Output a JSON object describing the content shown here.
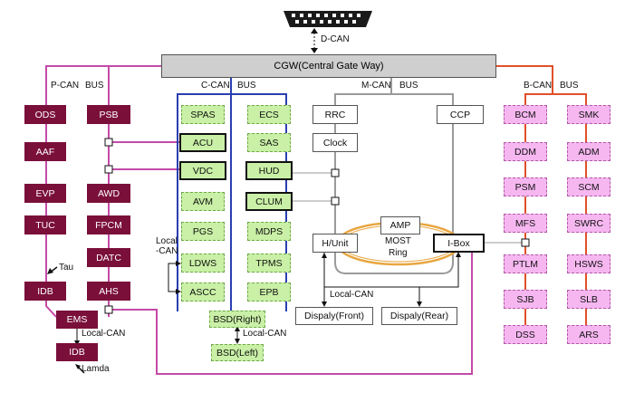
{
  "gateway": {
    "label": "CGW(Central Gate Way)",
    "dcan": "D-CAN"
  },
  "bus_labels": {
    "pcan": "P-CAN",
    "pbus": "BUS",
    "ccan": "C-CAN",
    "cbus": "BUS",
    "mcan": "M-CAN",
    "mbus": "BUS",
    "bcan": "B-CAN",
    "bbus": "BUS"
  },
  "pcan_left": [
    "ODS",
    "AAF",
    "EVP",
    "TUC",
    "IDB"
  ],
  "pcan_right": [
    "PSB",
    "AWD",
    "FPCM",
    "DATC",
    "AHS"
  ],
  "pcan_extra": {
    "ems": "EMS",
    "idb2": "IDB",
    "local_can": "Local-CAN",
    "tau": "Tau",
    "lamda": "Lamda"
  },
  "ccan_left": [
    "SPAS",
    "ACU",
    "VDC",
    "AVM",
    "PGS",
    "LDWS",
    "ASCC"
  ],
  "ccan_right": [
    "ECS",
    "SAS",
    "HUD",
    "CLUM",
    "MDPS",
    "TPMS",
    "EPB"
  ],
  "ccan_extra": {
    "bsd_right": "BSD(Right)",
    "bsd_left": "BSD(Left)",
    "local_can_left": "Local\n-CAN",
    "local_can_bottom": "Local-CAN"
  },
  "mcan": {
    "rrc": "RRC",
    "clock": "Clock",
    "ccp": "CCP",
    "amp": "AMP",
    "hunit": "H/Unit",
    "most1": "MOST",
    "most2": "Ring",
    "ibox": "I-Box",
    "local_can": "Local-CAN",
    "disp_front": "Dispaly(Front)",
    "disp_rear": "Dispaly(Rear)"
  },
  "bcan_left": [
    "BCM",
    "DDM",
    "PSM",
    "MFS",
    "PTLM",
    "SJB",
    "DSS"
  ],
  "bcan_right": [
    "SMK",
    "ADM",
    "SCM",
    "SWRC",
    "HSWS",
    "SLB",
    "ARS"
  ],
  "colors": {
    "pcan": "#c44aa8",
    "ccan": "#2a3fb0",
    "mcan": "#9a9a9a",
    "bcan": "#e0502a",
    "most": "#e8a640",
    "ecu_maroon": "#7a0f3a",
    "ecu_green": "#c9f0a6",
    "ecu_pink": "#f6b7f0"
  }
}
